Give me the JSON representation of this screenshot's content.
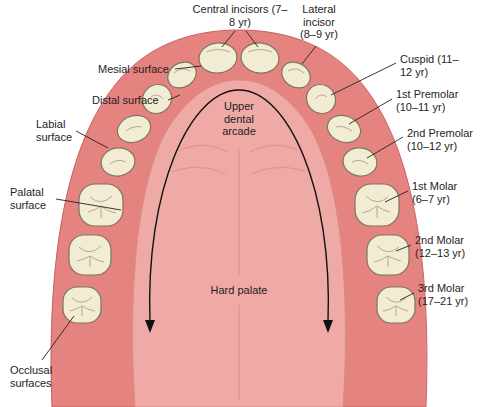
{
  "diagram": {
    "labels": [
      "Central incisors (7–8 yr)",
      "Lateral incisor (8–9 yr)",
      "Mesial surface",
      "Cuspid (11–12 yr)",
      "Distal surface",
      "1st Premolar (10–11 yr)",
      "Labial surface",
      "2nd Premolar (10–12 yr)",
      "Upper dental arcade",
      "Palatal surface",
      "1st Molar (6–7 yr)",
      "2nd Molar (12–13 yr)",
      "Hard palate",
      "3rd Molar (17–21 yr)",
      "Occlusal surfaces"
    ]
  }
}
